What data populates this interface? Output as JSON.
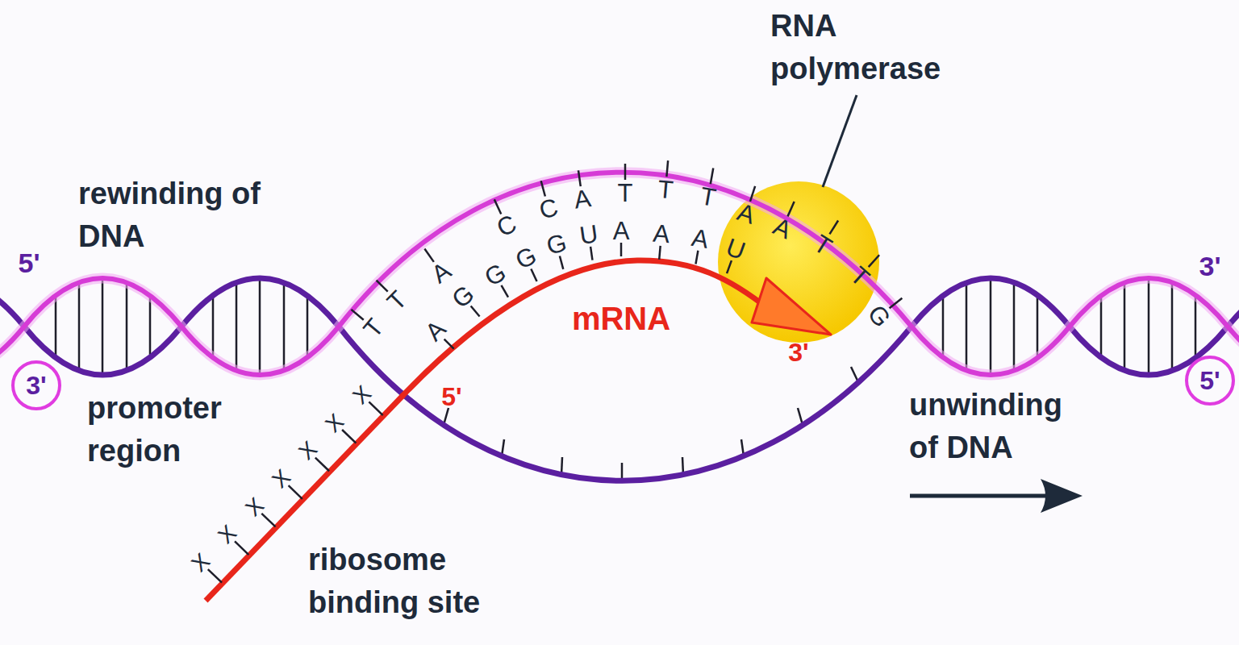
{
  "diagram": {
    "nodes": [
      {
        "text": [
          "3'"
        ]
      },
      {
        "text": [
          "5'"
        ]
      }
    ],
    "labels": [
      "RNA polymerase",
      "rewinding of DNA",
      "5'",
      "3'",
      "T",
      "T",
      "A",
      "C",
      "C",
      "A",
      "T",
      "T",
      "T",
      "A",
      "A",
      "T",
      "T",
      "G",
      "A",
      "G",
      "G",
      "G",
      "G",
      "U",
      "A",
      "A",
      "A",
      "U",
      "mRNA",
      "3'",
      "5'",
      "promoter region",
      "unwinding of DNA",
      "X",
      "X",
      "X",
      "X",
      "X",
      "X",
      "X",
      "ribosome binding site"
    ]
  }
}
